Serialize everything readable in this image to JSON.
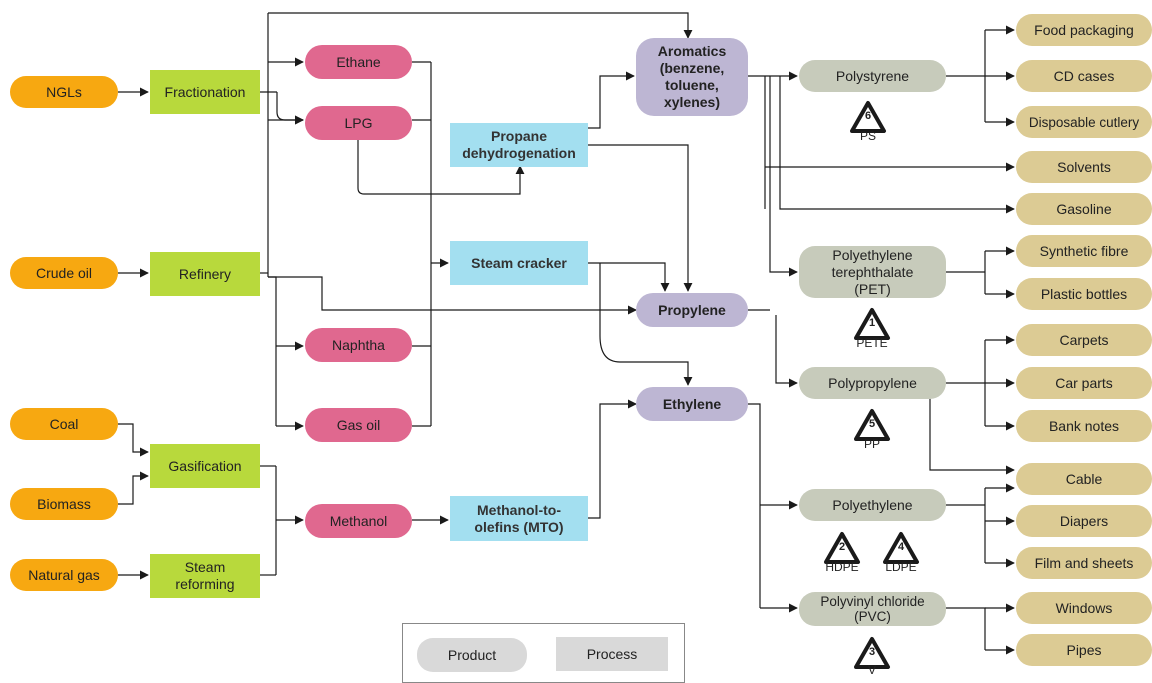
{
  "feedstocks": [
    "NGLs",
    "Crude oil",
    "Coal",
    "Biomass",
    "Natural gas"
  ],
  "primary_processes": [
    "Fractionation",
    "Refinery",
    "Gasification",
    "Steam reforming"
  ],
  "intermediates": [
    "Ethane",
    "LPG",
    "Naphtha",
    "Gas oil",
    "Methanol"
  ],
  "conversion_processes": [
    "Propane dehydrogenation",
    "Steam cracker",
    "Methanol-to-olefins (MTO)"
  ],
  "chemicals": [
    "Aromatics (benzene, toluene, xylenes)",
    "Propylene",
    "Ethylene"
  ],
  "polymers": [
    "Polystyrene",
    "Polyethylene terephthalate (PET)",
    "Polypropylene",
    "Polyethylene",
    "Polyvinyl chloride (PVC)"
  ],
  "applications": [
    "Food packaging",
    "CD cases",
    "Disposable cutlery",
    "Solvents",
    "Gasoline",
    "Synthetic fibre",
    "Plastic bottles",
    "Carpets",
    "Car parts",
    "Bank notes",
    "Cable",
    "Diapers",
    "Film and sheets",
    "Windows",
    "Pipes"
  ],
  "recycling_codes": [
    {
      "number": "6",
      "code": "PS"
    },
    {
      "number": "1",
      "code": "PETE"
    },
    {
      "number": "5",
      "code": "PP"
    },
    {
      "number": "2",
      "code": "HDPE"
    },
    {
      "number": "4",
      "code": "LDPE"
    },
    {
      "number": "3",
      "code": "V"
    }
  ],
  "legend": {
    "product": "Product",
    "process": "Process"
  },
  "colors": {
    "feedstock": "#f7a811",
    "primary_process": "#b8d93c",
    "intermediate": "#e0688f",
    "conversion_process": "#a3dff0",
    "chemical": "#bdb6d3",
    "polymer": "#c7cbbb",
    "application": "#dccb94",
    "legend": "#d9d9d9",
    "line": "#1a1a1a"
  }
}
